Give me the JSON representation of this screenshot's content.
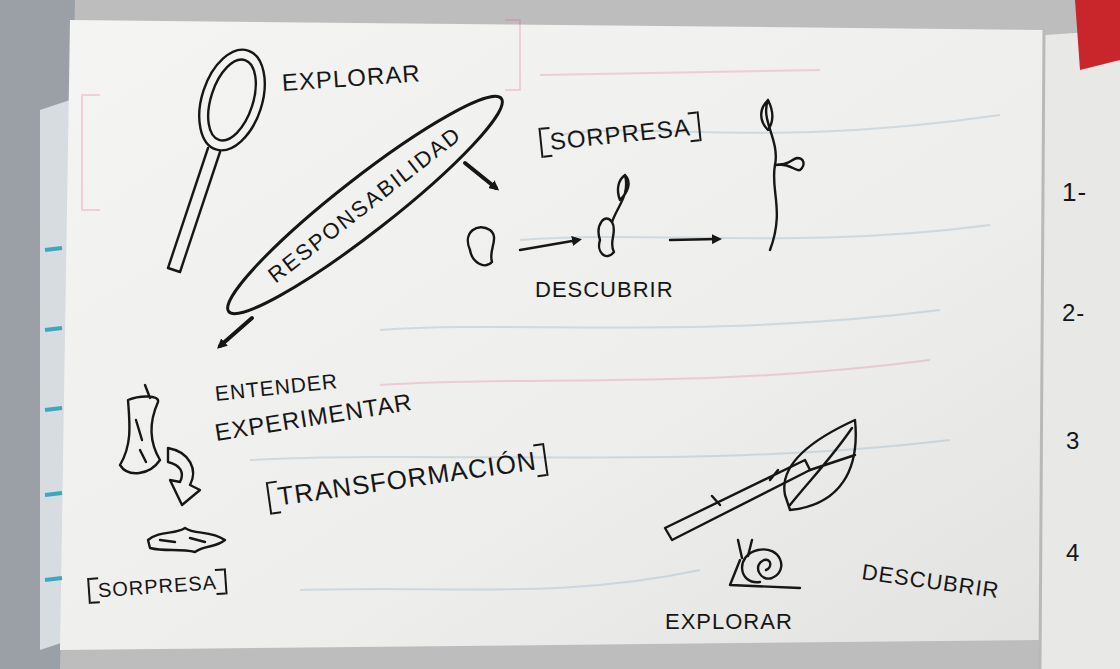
{
  "diagram": {
    "nodes": [
      {
        "text": [
          "RESPONSABILIDAD"
        ]
      }
    ],
    "labels": [
      "EXPLORAR",
      "SORPRESA",
      "DESCUBRIR",
      "ENTENDER",
      "EXPERIMENTAR",
      "TRANSFORMACIÓN",
      "SORPRESA",
      "DESCUBRIR",
      "EXPLORAR",
      "1-",
      "2-",
      "3",
      "4"
    ]
  }
}
